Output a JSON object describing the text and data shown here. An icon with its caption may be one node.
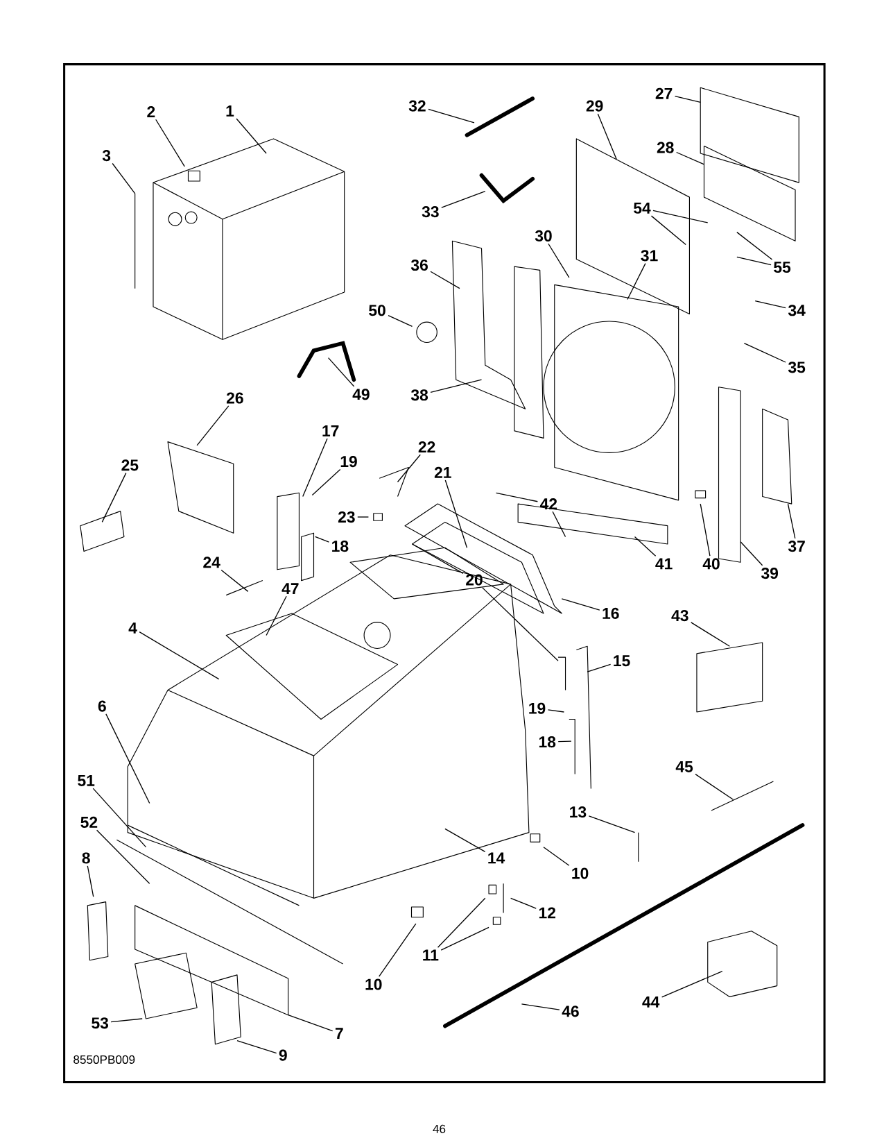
{
  "diagram": {
    "nodes": [
      {
        "text": [
          "1"
        ]
      },
      {
        "text": [
          "2"
        ]
      },
      {
        "text": [
          "3"
        ]
      },
      {
        "text": [
          "32"
        ]
      },
      {
        "text": [
          "29"
        ]
      },
      {
        "text": [
          "27"
        ]
      },
      {
        "text": [
          "28"
        ]
      },
      {
        "text": [
          "33"
        ]
      },
      {
        "text": [
          "54"
        ]
      },
      {
        "text": [
          "55"
        ]
      },
      {
        "text": [
          "30"
        ]
      },
      {
        "text": [
          "31"
        ]
      },
      {
        "text": [
          "36"
        ]
      },
      {
        "text": [
          "50"
        ]
      },
      {
        "text": [
          "34"
        ]
      },
      {
        "text": [
          "35"
        ]
      },
      {
        "text": [
          "49"
        ]
      },
      {
        "text": [
          "38"
        ]
      },
      {
        "text": [
          "26"
        ]
      },
      {
        "text": [
          "17"
        ]
      },
      {
        "text": [
          "22"
        ]
      },
      {
        "text": [
          "19"
        ]
      },
      {
        "text": [
          "21"
        ]
      },
      {
        "text": [
          "25"
        ]
      },
      {
        "text": [
          "23"
        ]
      },
      {
        "text": [
          "18"
        ]
      },
      {
        "text": [
          "42"
        ]
      },
      {
        "text": [
          "41"
        ]
      },
      {
        "text": [
          "40"
        ]
      },
      {
        "text": [
          "39"
        ]
      },
      {
        "text": [
          "37"
        ]
      },
      {
        "text": [
          "24"
        ]
      },
      {
        "text": [
          "47"
        ]
      },
      {
        "text": [
          "20"
        ]
      },
      {
        "text": [
          "16"
        ]
      },
      {
        "text": [
          "4"
        ]
      },
      {
        "text": [
          "43"
        ]
      },
      {
        "text": [
          "15"
        ]
      },
      {
        "text": [
          "19"
        ]
      },
      {
        "text": [
          "6"
        ]
      },
      {
        "text": [
          "18"
        ]
      },
      {
        "text": [
          "45"
        ]
      },
      {
        "text": [
          "51"
        ]
      },
      {
        "text": [
          "13"
        ]
      },
      {
        "text": [
          "52"
        ]
      },
      {
        "text": [
          "14"
        ]
      },
      {
        "text": [
          "10"
        ]
      },
      {
        "text": [
          "8"
        ]
      },
      {
        "text": [
          "12"
        ]
      },
      {
        "text": [
          "11"
        ]
      },
      {
        "text": [
          "10"
        ]
      },
      {
        "text": [
          "44"
        ]
      },
      {
        "text": [
          "46"
        ]
      },
      {
        "text": [
          "53"
        ]
      },
      {
        "text": [
          "7"
        ]
      },
      {
        "text": [
          "9"
        ]
      }
    ],
    "edges": [
      {
        "from": 0,
        "to": null,
        "arrow": "none"
      },
      {
        "from": 1,
        "to": null,
        "arrow": "none"
      },
      {
        "from": 2,
        "to": null,
        "arrow": "none"
      },
      {
        "from": 3,
        "to": null,
        "arrow": "none"
      },
      {
        "from": 4,
        "to": null,
        "arrow": "none"
      },
      {
        "from": 5,
        "to": null,
        "arrow": "none"
      },
      {
        "from": 6,
        "to": null,
        "arrow": "none"
      },
      {
        "from": 7,
        "to": null,
        "arrow": "none"
      },
      {
        "from": 8,
        "to": null,
        "arrow": "none"
      },
      {
        "from": 8,
        "to": null,
        "arrow": "none"
      },
      {
        "from": 9,
        "to": null,
        "arrow": "none"
      },
      {
        "from": 9,
        "to": null,
        "arrow": "none"
      },
      {
        "from": 10,
        "to": null,
        "arrow": "none"
      },
      {
        "from": 11,
        "to": null,
        "arrow": "none"
      },
      {
        "from": 12,
        "to": null,
        "arrow": "none"
      },
      {
        "from": 13,
        "to": null,
        "arrow": "none"
      },
      {
        "from": 14,
        "to": null,
        "arrow": "none"
      },
      {
        "from": 15,
        "to": null,
        "arrow": "none"
      },
      {
        "from": 16,
        "to": null,
        "arrow": "none"
      },
      {
        "from": 17,
        "to": null,
        "arrow": "none"
      },
      {
        "from": 18,
        "to": null,
        "arrow": "none"
      },
      {
        "from": 19,
        "to": null,
        "arrow": "none"
      },
      {
        "from": 20,
        "to": null,
        "arrow": "none"
      },
      {
        "from": 21,
        "to": null,
        "arrow": "none"
      },
      {
        "from": 22,
        "to": null,
        "arrow": "none"
      },
      {
        "from": 23,
        "to": null,
        "arrow": "none"
      },
      {
        "from": 24,
        "to": null,
        "arrow": "none"
      },
      {
        "from": 25,
        "to": null,
        "arrow": "none"
      },
      {
        "from": 26,
        "to": null,
        "arrow": "none"
      },
      {
        "from": 26,
        "to": null,
        "arrow": "none"
      },
      {
        "from": 27,
        "to": null,
        "arrow": "none"
      },
      {
        "from": 28,
        "to": null,
        "arrow": "none"
      },
      {
        "from": 29,
        "to": null,
        "arrow": "none"
      },
      {
        "from": 30,
        "to": null,
        "arrow": "none"
      },
      {
        "from": 31,
        "to": null,
        "arrow": "none"
      },
      {
        "from": 32,
        "to": null,
        "arrow": "none"
      },
      {
        "from": 33,
        "to": null,
        "arrow": "none"
      },
      {
        "from": 33,
        "to": null,
        "arrow": "none"
      },
      {
        "from": 34,
        "to": null,
        "arrow": "none"
      },
      {
        "from": 35,
        "to": null,
        "arrow": "none"
      },
      {
        "from": 36,
        "to": null,
        "arrow": "none"
      },
      {
        "from": 37,
        "to": null,
        "arrow": "none"
      },
      {
        "from": 38,
        "to": null,
        "arrow": "none"
      },
      {
        "from": 39,
        "to": null,
        "arrow": "none"
      },
      {
        "from": 40,
        "to": null,
        "arrow": "none"
      },
      {
        "from": 41,
        "to": null,
        "arrow": "none"
      },
      {
        "from": 42,
        "to": null,
        "arrow": "none"
      },
      {
        "from": 43,
        "to": null,
        "arrow": "none"
      },
      {
        "from": 44,
        "to": null,
        "arrow": "none"
      },
      {
        "from": 45,
        "to": null,
        "arrow": "none"
      },
      {
        "from": 46,
        "to": null,
        "arrow": "none"
      },
      {
        "from": 47,
        "to": null,
        "arrow": "none"
      },
      {
        "from": 48,
        "to": null,
        "arrow": "none"
      },
      {
        "from": 49,
        "to": null,
        "arrow": "none"
      },
      {
        "from": 49,
        "to": null,
        "arrow": "none"
      },
      {
        "from": 50,
        "to": null,
        "arrow": "none"
      },
      {
        "from": 51,
        "to": null,
        "arrow": "none"
      },
      {
        "from": 52,
        "to": null,
        "arrow": "none"
      },
      {
        "from": 53,
        "to": null,
        "arrow": "none"
      },
      {
        "from": 54,
        "to": null,
        "arrow": "none"
      },
      {
        "from": 55,
        "to": null,
        "arrow": "none"
      }
    ],
    "labels": [
      "8550PB009",
      "46"
    ]
  }
}
